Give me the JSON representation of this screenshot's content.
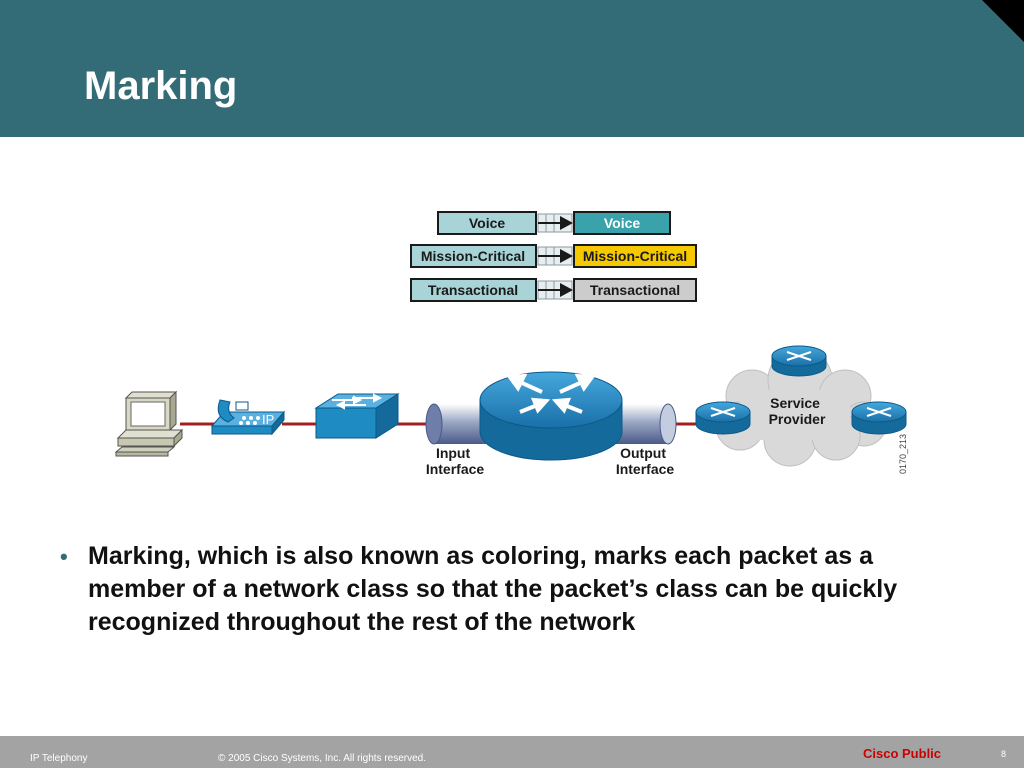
{
  "slide": {
    "title": "Marking"
  },
  "classes": {
    "input": [
      "Voice",
      "Mission-Critical",
      "Transactional"
    ],
    "output": [
      "Voice",
      "Mission-Critical",
      "Transactional"
    ]
  },
  "diagram": {
    "ip_phone_label": "IP",
    "input_interface": [
      "Input",
      "Interface"
    ],
    "output_interface": [
      "Output",
      "Interface"
    ],
    "service_provider": [
      "Service",
      "Provider"
    ],
    "figure_id": "0170_213"
  },
  "body": {
    "bullet": "Marking, which is also known as coloring, marks each packet as a member of a network class so that the packet’s class can be quickly recognized throughout the rest of the network"
  },
  "footer": {
    "left": "IP Telephony",
    "copyright": "© 2005 Cisco Systems, Inc. All rights reserved.",
    "classification": "Cisco Public",
    "page": "8"
  },
  "colors": {
    "header": "#336b76",
    "class_box_light": "#a8d4d8",
    "voice_marked": "#3aa2aa",
    "mission_marked": "#f5c800",
    "transactional_marked": "#cccccc",
    "link": "#a02020",
    "network_device": "#1e8bc3",
    "classification": "#cc0000"
  }
}
